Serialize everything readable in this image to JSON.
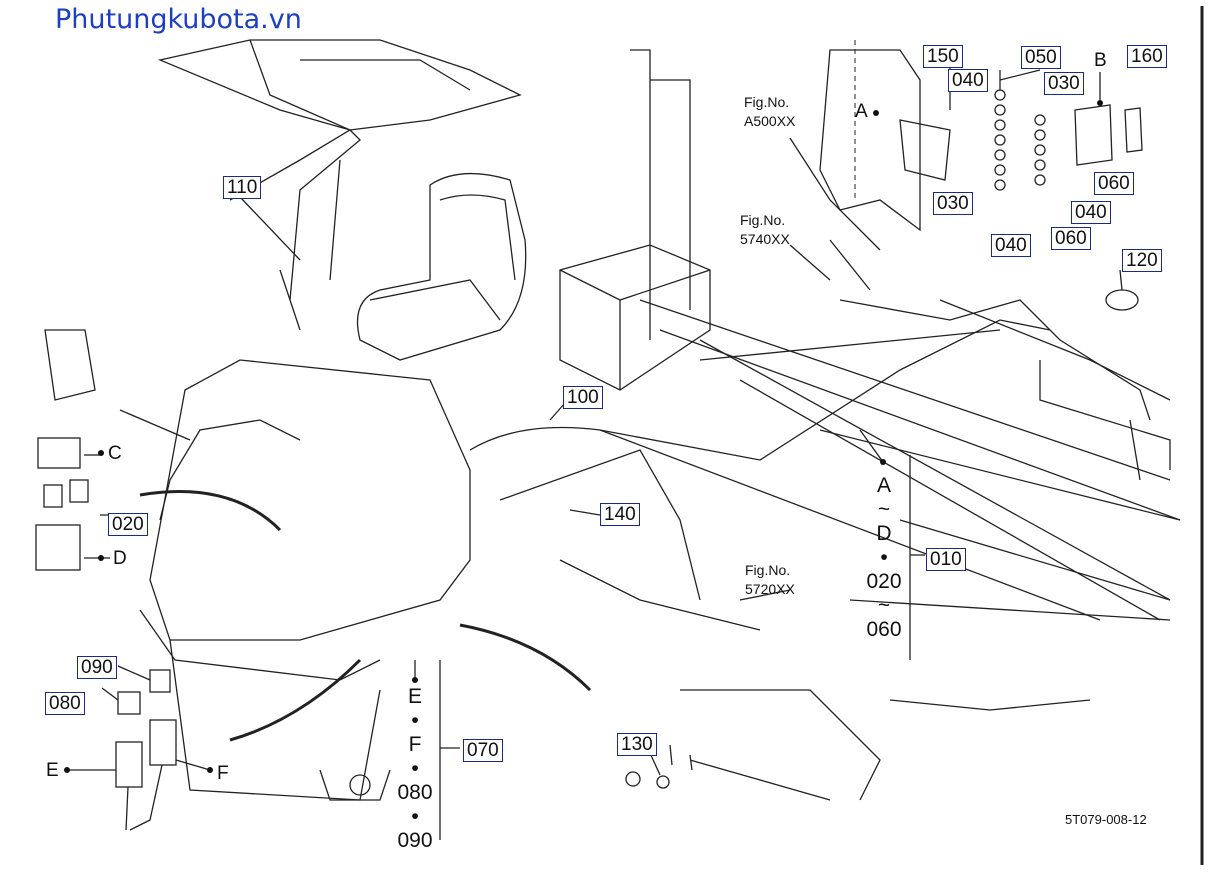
{
  "watermark": "Phutungkubota.vn",
  "drawing_code": "5T079-008-12",
  "callouts": {
    "c110": "110",
    "c100": "100",
    "c140": "140",
    "c020": "020",
    "c010": "010",
    "c070": "070",
    "c090": "090",
    "c080": "080",
    "c130": "130",
    "c150": "150",
    "c050": "050",
    "c040a": "040",
    "c030a": "030",
    "c160": "160",
    "c060a": "060",
    "c030b": "030",
    "c040b": "040",
    "c040c": "040",
    "c060b": "060",
    "c120": "120"
  },
  "letters": {
    "A": "A",
    "B": "B",
    "C": "C",
    "D": "D",
    "E": "E",
    "F": "F"
  },
  "fig_refs": {
    "a500_line1": "Fig.No.",
    "a500_line2": "A500XX",
    "f5740_line1": "Fig.No.",
    "f5740_line2": "5740XX",
    "f5720_line1": "Fig.No.",
    "f5720_line2": "5720XX"
  },
  "groups": {
    "g010": [
      "A",
      "~",
      "D",
      "•",
      "020",
      "~",
      "060"
    ],
    "g070": [
      "E",
      "•",
      "F",
      "•",
      "080",
      "•",
      "090"
    ]
  }
}
